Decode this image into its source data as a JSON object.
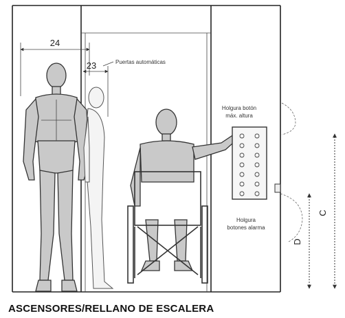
{
  "dimensions": {
    "d24": "24",
    "d23": "23",
    "c": "C",
    "d": "D"
  },
  "labels": {
    "puertas": "Puertas automáticas",
    "holgura_boton_1": "Holgura botón",
    "holgura_boton_2": "máx. altura",
    "holgura_alarma_1": "Holgura",
    "holgura_alarma_2": "botones alarma"
  },
  "caption": "ASCENSORES/RELLANO DE ESCALERA"
}
